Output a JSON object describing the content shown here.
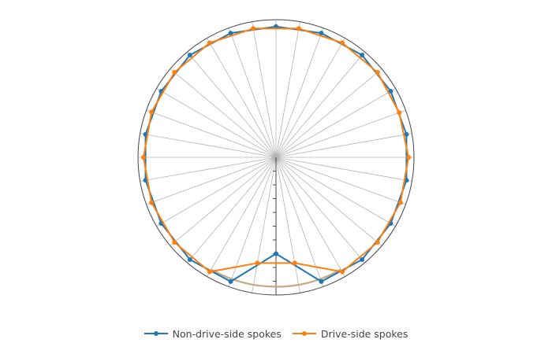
{
  "chart_data": {
    "type": "line",
    "subtype": "polar",
    "title": "",
    "spokes_per_side": 18,
    "angular_axis": {
      "direction": "clockwise",
      "rotation_deg": 90,
      "grid": true,
      "spoke_lines": 36
    },
    "radial_axis": {
      "range": [
        0,
        1
      ],
      "tick_count": 9,
      "grid": false
    },
    "series": [
      {
        "name": "Non-drive-side spokes",
        "color": "#1f77b4",
        "theta": [
          0,
          20,
          40,
          60,
          80,
          100,
          120,
          140,
          160,
          180,
          200,
          220,
          240,
          260,
          280,
          300,
          320,
          340
        ],
        "r": [
          0.95,
          0.96,
          0.97,
          0.96,
          0.96,
          0.96,
          0.96,
          0.97,
          0.96,
          0.7,
          0.96,
          0.97,
          0.96,
          0.96,
          0.96,
          0.96,
          0.97,
          0.96
        ]
      },
      {
        "name": "Drive-side spokes",
        "color": "#ff7f0e",
        "theta": [
          10,
          30,
          50,
          70,
          90,
          110,
          130,
          150,
          170,
          190,
          210,
          230,
          250,
          270,
          290,
          310,
          330,
          350
        ],
        "r": [
          0.95,
          0.96,
          0.96,
          0.95,
          0.96,
          0.96,
          0.96,
          0.96,
          0.78,
          0.78,
          0.96,
          0.96,
          0.96,
          0.96,
          0.96,
          0.96,
          0.96,
          0.95
        ]
      }
    ],
    "rim": {
      "r": 1.0,
      "color": "#444444"
    },
    "tire_bottom_arc": {
      "r": 0.94,
      "theta_range": [
        150,
        210
      ],
      "color": "#c8a882"
    },
    "legend": {
      "position": "bottom-center",
      "orientation": "horizontal"
    }
  },
  "legend": {
    "items": [
      {
        "label": "Non-drive-side spokes",
        "color": "#1f77b4"
      },
      {
        "label": "Drive-side spokes",
        "color": "#ff7f0e"
      }
    ]
  }
}
